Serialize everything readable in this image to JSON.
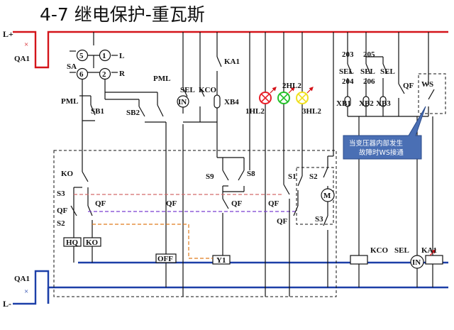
{
  "title": "4-7   继电保护-重瓦斯",
  "colors": {
    "bus": "#d4141a",
    "neg_bus": "#1c3fa8",
    "wire": "#111111",
    "dash_red": "#d46b6b",
    "dash_purple": "#7a3fd0",
    "dash_orange": "#e07a1c",
    "lamp_red": "#e8202a",
    "lamp_green": "#25c02a",
    "lamp_yellow": "#f0e020",
    "callout_fill": "#4a6fb4",
    "callout_stroke": "#2a4a8a"
  },
  "power": {
    "pos_label": "L+",
    "neg_label": "L-",
    "breaker_top": "QA1",
    "breaker_bottom": "QA1"
  },
  "switch_sa": {
    "label": "SA",
    "contacts": [
      "5",
      "1",
      "6",
      "2"
    ],
    "pos_l": "L",
    "pos_r": "R"
  },
  "labels": {
    "pml_left": "PML",
    "pml_right": "PML",
    "sb1": "SB1",
    "sb2": "SB2",
    "sel_1": "SEL",
    "kco_1": "KCO",
    "ka1_top": "KA1",
    "xb4": "XB4",
    "in_1": "IN",
    "hl1": "1HL2",
    "hl2": "2HL2",
    "hl3": "3HL2",
    "ko_contact": "KO",
    "s3_left": "S3",
    "qf_left": "QF",
    "s2_left": "S2",
    "qf_mid1": "QF",
    "qf_mid2": "QF",
    "qf_mid3": "QF",
    "qf_mid4": "QF",
    "qf_mid5": "QF",
    "hq_coil": "HQ",
    "ko_coil": "KO",
    "off_coil": "OFF",
    "y1_coil": "Y1",
    "s9": "S9",
    "s8": "S8",
    "s1": "S1",
    "s2_right": "S2",
    "s3_right": "S3",
    "motor": "M",
    "n203": "203",
    "n205": "205",
    "sel_a": "SEL",
    "sel_b": "SEL",
    "sel_c": "SEL",
    "n204": "204",
    "n206": "206",
    "qf_right": "QF",
    "ws": "WS",
    "xb1": "XB1",
    "xb2": "XB2",
    "xb3": "XB3",
    "kco_coil": "KCO",
    "sel_bottom": "SEL",
    "in_2": "IN",
    "ka1_coil": "KA1"
  },
  "callout": {
    "lines": [
      "当变压器内部发生",
      "故障时WS接通"
    ]
  }
}
